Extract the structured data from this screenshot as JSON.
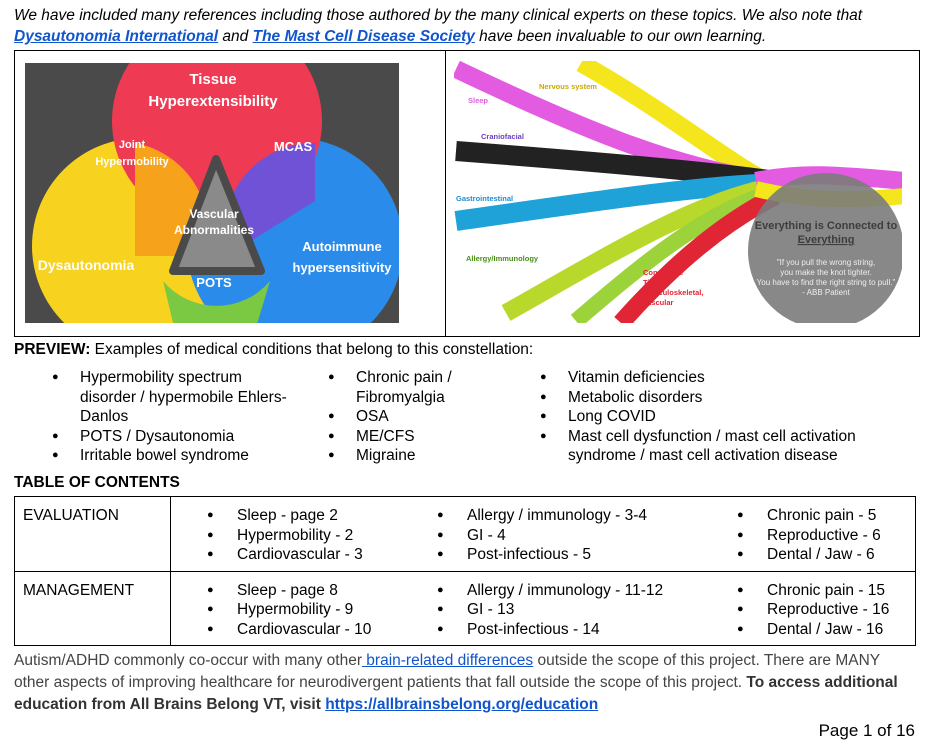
{
  "intro": {
    "part1": "We have included many references including those authored by the many clinical experts on these topics. We also note that ",
    "link1": "Dysautonomia International",
    "part2": " and ",
    "link2": "The Mast Cell Disease Society",
    "part3": " have been invaluable to our own learning."
  },
  "venn": {
    "tissue": [
      "Tissue",
      "Hyperextensibility"
    ],
    "joint": [
      "Joint",
      "Hypermobility"
    ],
    "mcas": "MCAS",
    "vascular": [
      "Vascular",
      "Abnormalities"
    ],
    "dysautonomia": "Dysautonomia",
    "pots": "POTS",
    "autoimmune": [
      "Autoimmune",
      "hypersensitivity"
    ],
    "colors": {
      "red": "#ee3a52",
      "orange": "#f7a21b",
      "purple": "#6f52d6",
      "yellow": "#f7d21e",
      "green": "#7bc843",
      "blue": "#2a8bea",
      "gray": "#8a8a8a"
    }
  },
  "strings": {
    "nervous": "Nervous system",
    "sleep": "Sleep",
    "craniofacial": "Craniofacial",
    "gastro": "Gastrointestinal",
    "allergy": "Allergy/Immunology",
    "connective": [
      "Connective",
      "Tissue",
      "musculoskeletal,",
      "vascular"
    ],
    "circle_title": [
      "Everything is Connected to",
      "Everything"
    ],
    "quote": [
      "\"If you pull the wrong string,",
      "you make the knot tighter.",
      "You have to find the right string to pull.\"",
      "- ABB Patient"
    ]
  },
  "preview": {
    "label": "PREVIEW:",
    "text": " Examples of medical conditions that belong to this constellation:",
    "col1": [
      "Hypermobility spectrum disorder / hypermobile Ehlers-Danlos",
      "POTS / Dysautonomia",
      "Irritable bowel syndrome"
    ],
    "col2": [
      "Chronic pain / Fibromyalgia",
      "OSA",
      "ME/CFS",
      "Migraine"
    ],
    "col3": [
      "Vitamin deficiencies",
      "Metabolic disorders",
      "Long COVID",
      "Mast cell dysfunction / mast cell activation syndrome / mast cell activation disease"
    ]
  },
  "toc": {
    "title": "TABLE OF CONTENTS",
    "rows": [
      {
        "label": "EVALUATION",
        "c1": [
          "Sleep - page 2",
          "Hypermobility -  2",
          "Cardiovascular - 3"
        ],
        "c2": [
          "Allergy / immunology  - 3-4",
          "GI - 4",
          "Post-infectious - 5"
        ],
        "c3": [
          "Chronic pain - 5",
          "Reproductive - 6",
          "Dental / Jaw - 6"
        ]
      },
      {
        "label": "MANAGEMENT",
        "c1": [
          "Sleep - page 8",
          "Hypermobility -  9",
          "Cardiovascular - 10"
        ],
        "c2": [
          "Allergy / immunology  - 11-12",
          "GI - 13",
          "Post-infectious - 14"
        ],
        "c3": [
          "Chronic pain - 15",
          "Reproductive - 16",
          "Dental / Jaw - 16"
        ]
      }
    ]
  },
  "outro": {
    "part1": "Autism/ADHD commonly co-occur with many other",
    "link1": " brain-related differences",
    "part2": " outside the scope of this project. There are MANY other aspects of improving healthcare for neurodivergent patients that fall outside the scope of this project. ",
    "bold": "To access additional education from All Brains Belong VT, visit ",
    "link2": "https://allbrainsbelong.org/education"
  },
  "page": "Page 1 of 16"
}
